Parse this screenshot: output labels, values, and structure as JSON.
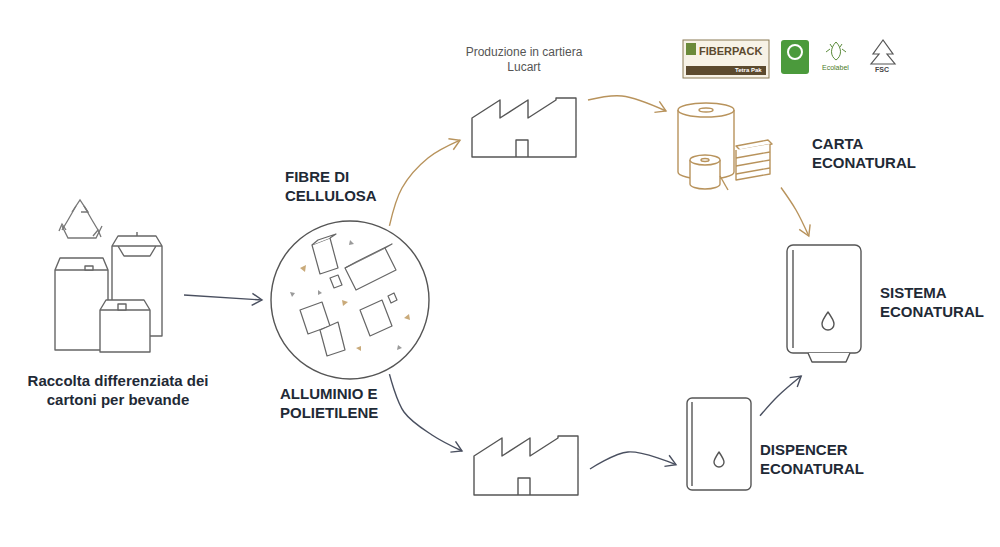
{
  "diagram": {
    "nodes": [
      {
        "text": [
          "Raccolta differenziata dei cartoni per bevande"
        ]
      },
      {
        "text": [
          "FIBRE DI CELLULOSA",
          "ALLUMINIO E POLIETILENE"
        ]
      },
      {
        "text": [
          "Produzione in cartiera Lucart"
        ]
      },
      {
        "text": []
      },
      {
        "text": [
          "CARTA ECONATURAL"
        ]
      },
      {
        "text": [
          "SISTEMA ECONATURAL"
        ]
      },
      {
        "text": [
          "DISPENCER ECONATURAL"
        ]
      }
    ],
    "edges": [
      {
        "from": 0,
        "to": 1,
        "arrow": "to"
      },
      {
        "from": 1,
        "to": 2,
        "arrow": "to"
      },
      {
        "from": 1,
        "to": 3,
        "arrow": "to"
      },
      {
        "from": 2,
        "to": 4,
        "arrow": "to"
      },
      {
        "from": 4,
        "to": 5,
        "arrow": "to"
      },
      {
        "from": 3,
        "to": 6,
        "arrow": "to"
      },
      {
        "from": 6,
        "to": 5,
        "arrow": "to"
      }
    ],
    "labels": [
      "FIBERPACK",
      "Tetra Pak",
      "Ecolabel",
      "FSC"
    ]
  }
}
